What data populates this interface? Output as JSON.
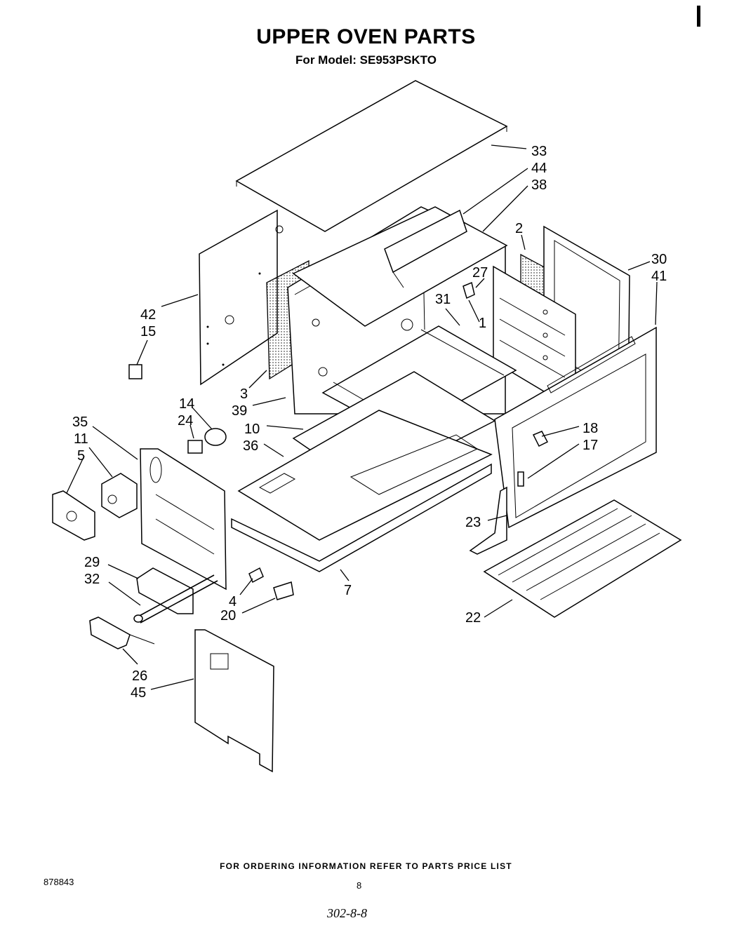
{
  "title": "UPPER OVEN PARTS",
  "subtitle": "For Model: SE953PSKTO",
  "footer_note": "FOR ORDERING INFORMATION REFER TO PARTS PRICE LIST",
  "doc_number": "878843",
  "page_number": "8",
  "handwritten_note": "302-8-8",
  "callouts": {
    "c33": "33",
    "c44": "44",
    "c38": "38",
    "c2": "2",
    "c30": "30",
    "c41": "41",
    "c27": "27",
    "c1": "1",
    "c31": "31",
    "c42": "42",
    "c15": "15",
    "c3": "3",
    "c39": "39",
    "c14": "14",
    "c24": "24",
    "c10": "10",
    "c36": "36",
    "c35": "35",
    "c11": "11",
    "c5": "5",
    "c18": "18",
    "c17": "17",
    "c23": "23",
    "c29": "29",
    "c32": "32",
    "c4": "4",
    "c20": "20",
    "c7": "7",
    "c22": "22",
    "c26": "26",
    "c45": "45"
  }
}
